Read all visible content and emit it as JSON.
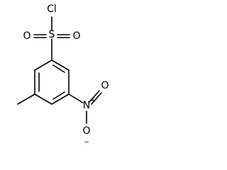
{
  "molecule": {
    "atoms": {
      "chlorine": "Cl",
      "sulfur": "S",
      "oxygen_left": "O",
      "oxygen_right": "O",
      "nitrogen": "N",
      "nitro_oxygen_top": "O",
      "nitro_oxygen_bottom": "O"
    },
    "charges": {
      "nitrogen": "+",
      "nitro_oxygen_bottom": "−"
    }
  }
}
